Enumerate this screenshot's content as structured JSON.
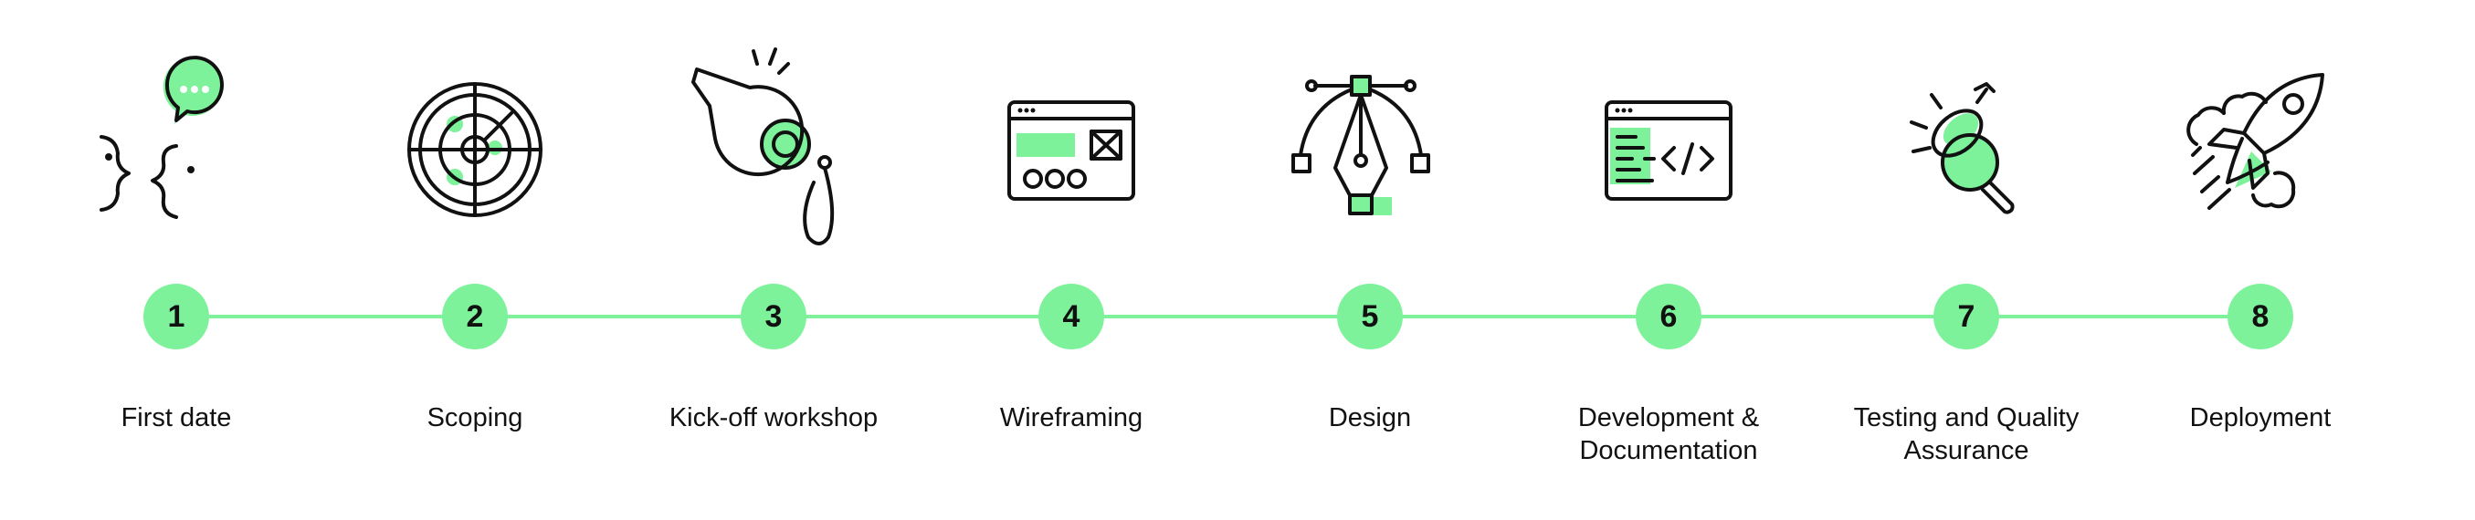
{
  "colors": {
    "accent": "#7ef29a",
    "ink": "#111111",
    "background": "#ffffff"
  },
  "steps": [
    {
      "number": "1",
      "label": "First date",
      "icon": "conversation-faces-icon"
    },
    {
      "number": "2",
      "label": "Scoping",
      "icon": "radar-icon"
    },
    {
      "number": "3",
      "label": "Kick-off workshop",
      "icon": "whistle-icon"
    },
    {
      "number": "4",
      "label": "Wireframing",
      "icon": "wireframe-window-icon"
    },
    {
      "number": "5",
      "label": "Design",
      "icon": "pen-tool-icon"
    },
    {
      "number": "6",
      "label": "Development & Documentation",
      "icon": "code-window-icon"
    },
    {
      "number": "7",
      "label": "Testing and Quality Assurance",
      "icon": "bug-magnifier-icon"
    },
    {
      "number": "8",
      "label": "Deployment",
      "icon": "rocket-icon"
    }
  ]
}
